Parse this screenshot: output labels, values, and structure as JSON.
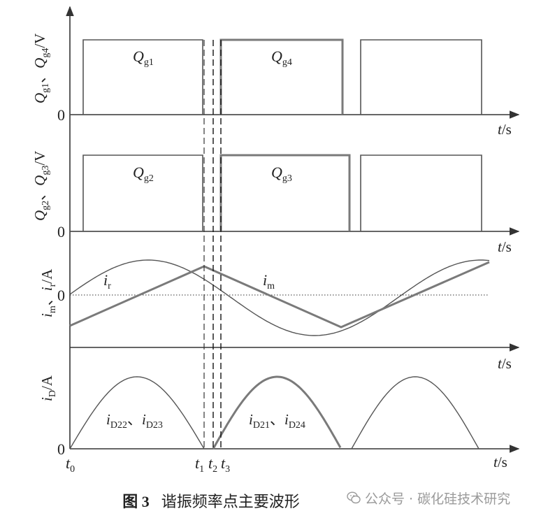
{
  "figure": {
    "caption_label": "图 3",
    "caption_title": "谐振频率点主要波形",
    "watermark": "公众号 · 碳化硅技术研究",
    "watermark_icon": "wechat-icon"
  },
  "time_marks": {
    "t0": {
      "sym": "t",
      "sub": "0"
    },
    "t1": {
      "sym": "t",
      "sub": "1"
    },
    "t2": {
      "sym": "t",
      "sub": "2"
    },
    "t3": {
      "sym": "t",
      "sub": "3"
    }
  },
  "panels": [
    {
      "id": "gate-q1-q4",
      "ylabel_parts": [
        {
          "sym": "Q",
          "sub": "g1"
        },
        {
          "text": "、"
        },
        {
          "sym": "Q",
          "sub": "g4"
        },
        {
          "text": "/V"
        }
      ],
      "origin": "0",
      "xlabel": {
        "sym": "t",
        "unit": "/s"
      },
      "pulse_labels": [
        {
          "sym": "Q",
          "sub": "g1"
        },
        {
          "sym": "Q",
          "sub": "g4"
        }
      ]
    },
    {
      "id": "gate-q2-q3",
      "ylabel_parts": [
        {
          "sym": "Q",
          "sub": "g2"
        },
        {
          "text": "、"
        },
        {
          "sym": "Q",
          "sub": "g3"
        },
        {
          "text": "/V"
        }
      ],
      "origin": "0",
      "xlabel": {
        "sym": "t",
        "unit": "/s"
      },
      "pulse_labels": [
        {
          "sym": "Q",
          "sub": "g2"
        },
        {
          "sym": "Q",
          "sub": "g3"
        }
      ]
    },
    {
      "id": "currents-ir-im",
      "ylabel_parts": [
        {
          "sym": "i",
          "sub": "m"
        },
        {
          "text": "、"
        },
        {
          "sym": "i",
          "sub": "r"
        },
        {
          "text": "/A"
        }
      ],
      "origin": "0",
      "xlabel": {
        "sym": "t",
        "unit": "/s"
      },
      "curve_labels": [
        {
          "sym": "i",
          "sub": "r"
        },
        {
          "sym": "i",
          "sub": "m"
        }
      ]
    },
    {
      "id": "diode-currents",
      "ylabel_parts": [
        {
          "sym": "i",
          "sub": "D"
        },
        {
          "text": "/A"
        }
      ],
      "origin": "0",
      "xlabel": {
        "sym": "t",
        "unit": "/s"
      },
      "curve_labels": [
        [
          {
            "sym": "i",
            "sub": "D22"
          },
          {
            "text": "、"
          },
          {
            "sym": "i",
            "sub": "D23"
          }
        ],
        [
          {
            "sym": "i",
            "sub": "D21"
          },
          {
            "text": "、"
          },
          {
            "sym": "i",
            "sub": "D24"
          }
        ]
      ]
    }
  ],
  "colors": {
    "line": "#555555",
    "bold": "#7a7a7a",
    "axis": "#333333",
    "text": "#222222"
  }
}
